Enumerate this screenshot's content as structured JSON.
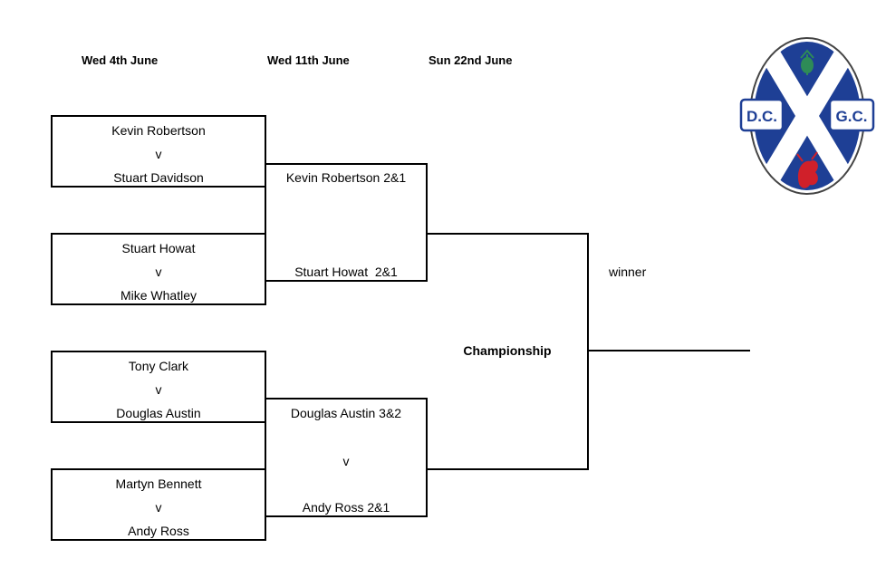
{
  "dates": [
    "Wed 4th June",
    "Wed 11th June",
    "Sun 22nd June"
  ],
  "round1": [
    {
      "player1": "Kevin Robertson",
      "vs": "v",
      "player2": "Stuart Davidson"
    },
    {
      "player1": "Stuart Howat",
      "vs": "v",
      "player2": "Mike Whatley"
    },
    {
      "player1": "Tony Clark",
      "vs": "v",
      "player2": "Douglas Austin"
    },
    {
      "player1": "Martyn Bennett",
      "vs": "v",
      "player2": "Andy Ross"
    }
  ],
  "round2": [
    {
      "player1": "Kevin Robertson 2&1",
      "player2": "Stuart Howat  2&1"
    },
    {
      "player1": "Douglas Austin 3&2",
      "vs": "v",
      "player2": "Andy Ross 2&1"
    }
  ],
  "final": {
    "label": "Championship",
    "winner_label": "winner"
  },
  "logo": {
    "left_text": "D.C.",
    "right_text": "G.C.",
    "colors": {
      "shield": "#1e3f95",
      "cross": "#ffffff",
      "lion": "#d0202a",
      "thistle": "#2e8b57"
    }
  }
}
